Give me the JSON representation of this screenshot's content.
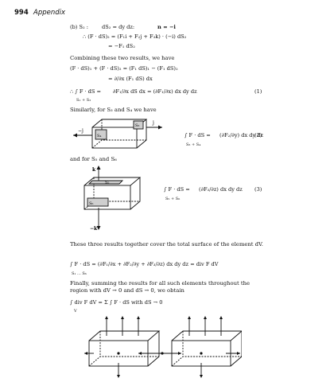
{
  "header": {
    "page_number": "994",
    "title": "Appendix"
  },
  "part_b": {
    "label": "(b) S₂ :",
    "ds_def": "dS₂ = dy dz:",
    "n_def": "n = −i",
    "line2": "∴ (F · dS)₂ = (F₁i + F₂j + F₃k) · (−i) dS₂",
    "line3": "= −F₁ dS₂"
  },
  "combining_text": "Combining these two results, we have",
  "combine_eq1": "(F · dS)₁ + (F · dS)₂ = (F₁ dS)₁ − (F₁ dS)₂",
  "combine_eq2": "= ∂/∂x (F₁ dS) dx",
  "combine_eq3_lhs": "∴ ∫ F · dS = ",
  "combine_eq3_rhs": "∂F₁/∂x dS dx = (∂F₁/∂x) dx dy dz",
  "combine_eq3_sub": "S₁ + S₂",
  "combine_eq3_no": "(1)",
  "similarly_text": "Similarly, for S₃ and S₄ we have",
  "eq2_lhs": "∫ F · dS = ",
  "eq2_rhs": "(∂F₂/∂y) dx dy dz",
  "eq2_sub": "S₃ + S₄",
  "eq2_no": "(2)",
  "s5s6_text": "and for S₅ and S₆",
  "eq3_lhs": "∫ F · dS = ",
  "eq3_rhs": "(∂F₃/∂z) dx dy dz",
  "eq3_sub": "S₅ + S₆",
  "eq3_no": "(3)",
  "fig1_labels": {
    "left": "−j",
    "right": "j",
    "s3": "S₃",
    "s4": "S₄"
  },
  "fig2_labels": {
    "top": "k",
    "bottom": "−k",
    "s5": "S₅",
    "s6": "S₆"
  },
  "para_cover": "These three results together cover the total surface of the element dV.",
  "total_eq": "∫ F · dS = (∂F₁/∂x + ∂F₂/∂y + ∂F₃/∂z) dx dy dz = div F dV",
  "total_sub": "S₁ ... S₆",
  "para_final": "Finally, summing the results for all such elements throughout the region with dV → 0 and dS → 0, we obtain",
  "final_eq": "∫ div F dV = Σ ∫ F · dS   with dS → 0",
  "final_sub": "V"
}
